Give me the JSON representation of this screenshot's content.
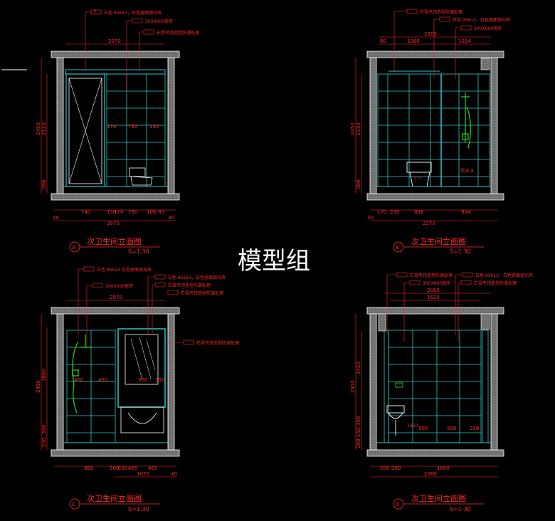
{
  "watermark": "模型组",
  "panels": {
    "A": {
      "letter": "A",
      "title": "次卫生间立面图",
      "scale": "S=1:30",
      "callouts": [
        "白色 95613，白色瓷面抛光砖",
        "300X600瓷砖",
        "石膏吊顶造型防潮处理"
      ],
      "dims_top": [
        "2070"
      ],
      "dims_mid": [
        "170",
        "780",
        "130"
      ],
      "dims_bottom": [
        "40",
        "740",
        "150",
        "170",
        "760",
        "100",
        "80",
        "30"
      ],
      "dims_bottom_total": "2070",
      "dims_left": [
        "2450",
        "2120",
        "300"
      ]
    },
    "B": {
      "letter": "B",
      "title": "次卫生间立面图",
      "scale": "S=1:30",
      "callouts": [
        "石膏吊顶造型防潮处理",
        "白色 95613，白色瓷面抛光砖",
        "300X600瓷砖"
      ],
      "dims_top": [
        "2260",
        "80",
        "1060",
        "1014"
      ],
      "dims_bottom": [
        "30",
        "170",
        "230",
        "836",
        "934"
      ],
      "dims_bottom_total": "2270",
      "dims_left": [
        "2450",
        "2150",
        "300"
      ],
      "fixture_label": "防水 8"
    },
    "C": {
      "letter": "C",
      "title": "次卫生间立面图",
      "scale": "S=1:30",
      "callouts": [
        "白色 95613 白色瓷面抛光砖",
        "300X600瓷砖",
        "白色 95613，白色瓷面抛光砖",
        "石膏吊顶造型防潮处理",
        "石膏吊顶造型防潮处理",
        "石膏吊顶造型防潮处理"
      ],
      "dims_top": [
        "2070"
      ],
      "dims_mid": [
        "460",
        "450",
        "300",
        "150"
      ],
      "dims_bottom": [
        "920",
        "500",
        "100",
        "465",
        "465"
      ],
      "dims_bottom_total": "1070",
      "dims_bottom_end": "40",
      "dims_left": [
        "2450",
        "1860",
        "300",
        "200"
      ]
    },
    "D": {
      "letter": "D",
      "title": "次卫生间立面图",
      "scale": "S=1:30",
      "callouts": [
        "石膏吊顶造型防潮处理",
        "白色 95613，白色瓷面抛光砖",
        "300X600瓷砖",
        "石膏吊顶造型防潮处理"
      ],
      "dims_top": [
        "2060",
        "1620"
      ],
      "dims_mid": [
        "600",
        "500",
        "330"
      ],
      "dims_bottom": [
        "200",
        "280",
        "1600"
      ],
      "dims_bottom_total": "2080",
      "dims_left": [
        "2450",
        "1420",
        "300",
        "150",
        "200"
      ],
      "fixture_label": "1250"
    }
  }
}
